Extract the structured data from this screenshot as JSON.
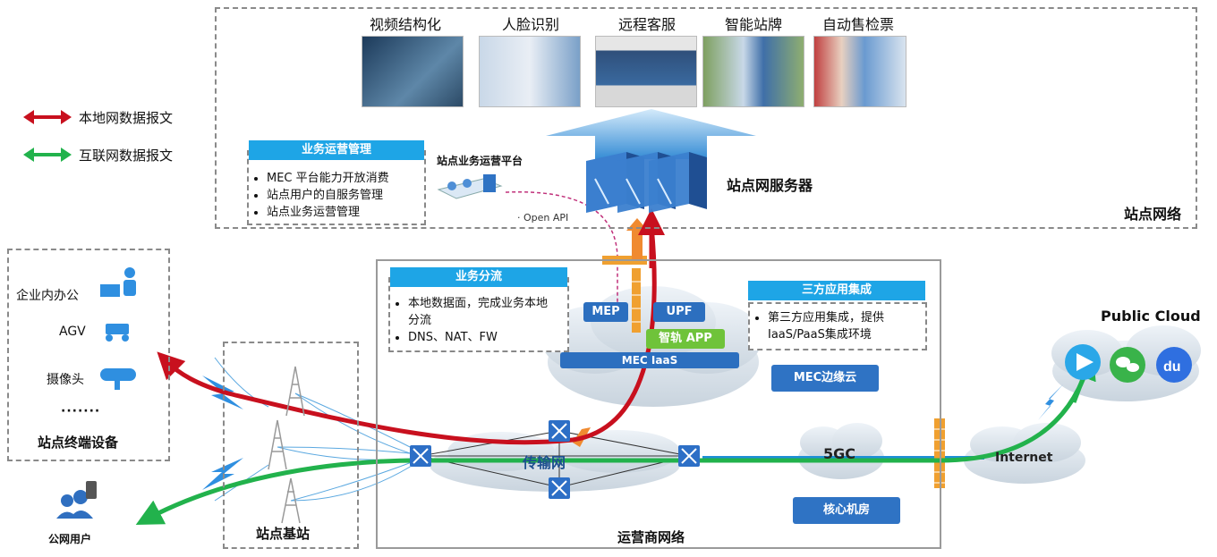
{
  "legend": [
    {
      "label": "本地网数据报文",
      "color": "#c8101e"
    },
    {
      "label": "互联网数据报文",
      "color": "#22b24c"
    }
  ],
  "site_network": {
    "label": "站点网络",
    "apps": [
      {
        "label": "视频结构化"
      },
      {
        "label": "人脸识别"
      },
      {
        "label": "远程客服"
      },
      {
        "label": "智能站牌"
      },
      {
        "label": "自动售检票"
      }
    ],
    "mgmt_panel": {
      "title": "业务运营管理",
      "items": [
        "MEC 平台能力开放消费",
        "站点用户的自服务管理",
        "站点业务运营管理"
      ]
    },
    "platform_label": "站点业务运营平台",
    "open_api_label": "· Open API",
    "server_label": "站点网服务器"
  },
  "terminals": {
    "label": "站点终端设备",
    "items": [
      "企业内办公",
      "AGV",
      "摄像头"
    ],
    "ellipsis": "·······"
  },
  "base_station": {
    "label": "站点基站"
  },
  "public_user": {
    "label": "公网用户"
  },
  "operator_network": {
    "label": "运营商网络",
    "traffic_panel": {
      "title": "业务分流",
      "items": [
        "本地数据面，完成业务本地分流",
        "DNS、NAT、FW"
      ]
    },
    "third_party_panel": {
      "title": "三方应用集成",
      "items": [
        "第三方应用集成，提供IaaS/PaaS集成环境"
      ]
    },
    "mec": {
      "mep": "MEP",
      "upf": "UPF",
      "app": "智轨 APP",
      "iaas": "MEC IaaS",
      "edge_cloud": "MEC边缘云"
    },
    "transport": "传输网",
    "core": "5GC",
    "core_room": "核心机房"
  },
  "internet": {
    "label": "Internet"
  },
  "public_cloud": {
    "label": "Public Cloud"
  },
  "colors": {
    "blue_title": "#1ea5e6",
    "chip_blue": "#2c6fbf",
    "chip_green": "#6fc33a",
    "red_flow": "#c8101e",
    "green_flow": "#22b24c",
    "firewall": "#f0a030"
  }
}
